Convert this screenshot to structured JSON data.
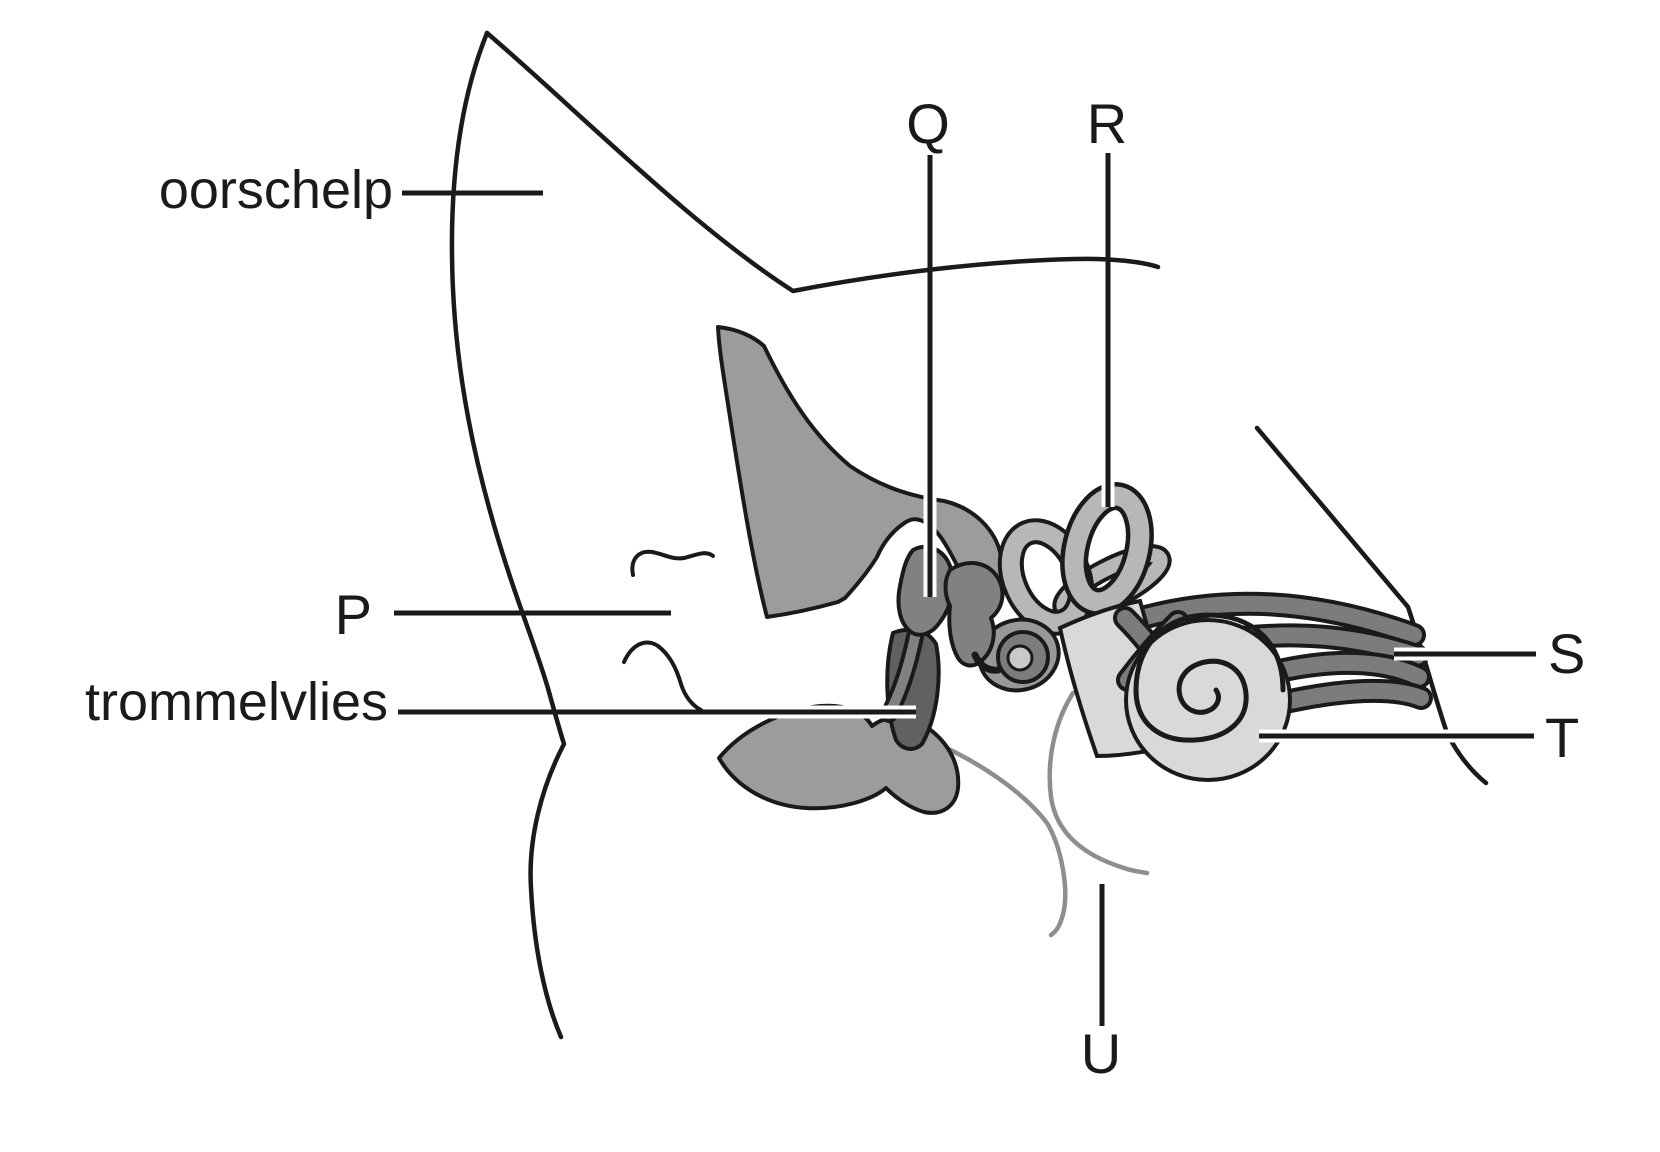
{
  "labels": {
    "oorschelp": "oorschelp",
    "trommelvlies": "trommelvlies",
    "p": "P",
    "q": "Q",
    "r": "R",
    "s": "S",
    "t": "T",
    "u": "U"
  },
  "colors": {
    "ink": "#1a1a1a",
    "bone": "#9c9c9c",
    "ossicle": "#818181",
    "drum": "#616161",
    "canal": "#b7b7b7",
    "labyrinth": "#d9d9d9",
    "nerve": "#7c7c7c",
    "stapesring": "#7c7c7c",
    "stapeshole": "#c9c9c9",
    "stapesblob": "#989898",
    "eustachian": "#8e8e8e"
  }
}
